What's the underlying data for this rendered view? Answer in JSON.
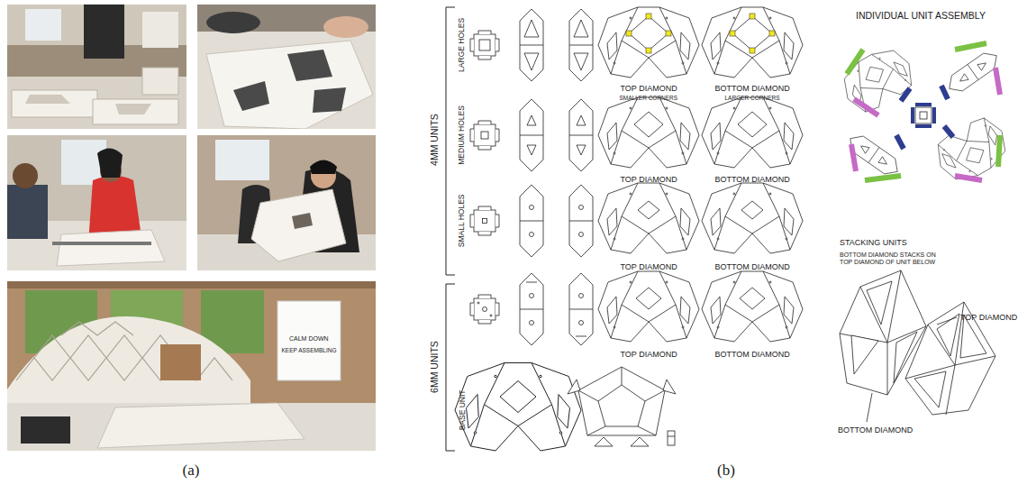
{
  "diagram": {
    "labels": [
      "(a)",
      "(b)",
      "4MM UNITS",
      "6MM UNITS",
      "LARGE HOLES",
      "MEDIUM HOLES",
      "SMALL HOLES",
      "BASE UNIT",
      "TOP DIAMOND",
      "SMALLER CORNERS",
      "BOTTOM DIAMOND",
      "LARGER CORNERS",
      "TOP DIAMOND",
      "BOTTOM DIAMOND",
      "TOP DIAMOND",
      "BOTTOM DIAMOND",
      "TOP DIAMOND",
      "BOTTOM DIAMOND",
      "INDIVIDUAL UNIT ASSEMBLY",
      "STACKING UNITS",
      "BOTTOM DIAMOND STACKS ON TOP DIAMOND OF UNIT BELOW",
      "TOP DIAMOND",
      "BOTTOM DIAMOND",
      "CALM DOWN",
      "KEEP ASSEMBLING"
    ]
  }
}
